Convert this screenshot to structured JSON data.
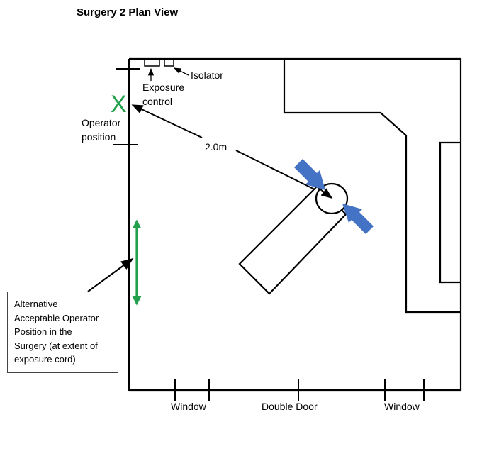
{
  "title": "Surgery 2 Plan View",
  "labels": {
    "isolator": "Isolator",
    "exposure_control_line1": "Exposure",
    "exposure_control_line2": "control",
    "operator_line1": "Operator",
    "operator_line2": "position",
    "operator_marker": "X",
    "distance": "2.0m",
    "window_left": "Window",
    "double_door": "Double Door",
    "window_right": "Window"
  },
  "callout": {
    "lines": [
      "Alternative",
      "Acceptable Operator",
      "Position in the",
      "Surgery (at extent of",
      "exposure cord)"
    ]
  },
  "colors": {
    "walls": "#000000",
    "operator_marker": "#22a04b",
    "alt_position_arrow": "#22a04b",
    "beam_arrows": "#4472c4"
  }
}
